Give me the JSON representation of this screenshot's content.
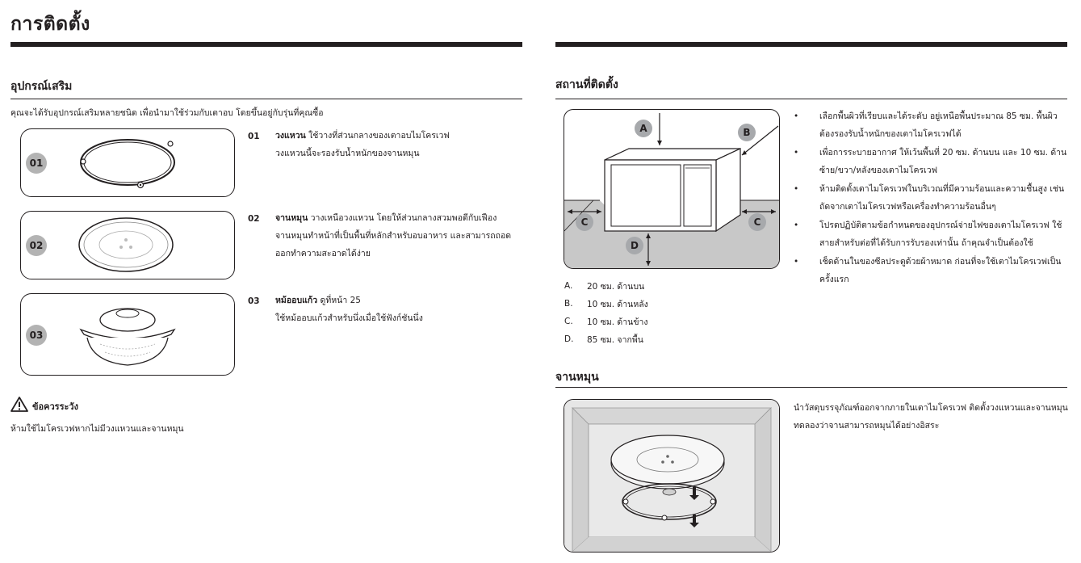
{
  "page": {
    "title": "การติดตั้ง"
  },
  "accessories": {
    "heading": "อุปกรณ์เสริม",
    "intro": "คุณจะได้รับอุปกรณ์เสริมหลายชนิด เพื่อนำมาใช้ร่วมกับเตาอบ โดยขึ้นอยู่กับรุ่นที่คุณซื้อ",
    "items": [
      {
        "badge": "01",
        "num": "01",
        "name": "วงแหวน",
        "line1": " ใช้วางที่ส่วนกลางของเตาอบไมโครเวฟ",
        "line2": "วงแหวนนี้จะรองรับน้ำหนักของจานหมุน",
        "line3": ""
      },
      {
        "badge": "02",
        "num": "02",
        "name": "จานหมุน",
        "line1": " วางเหนือวงแหวน โดยให้ส่วนกลางสวมพอดีกับเฟือง",
        "line2": "จานหมุนทำหน้าที่เป็นพื้นที่หลักสำหรับอบอาหาร และสามารถถอด",
        "line3": "ออกทำความสะอาดได้ง่าย"
      },
      {
        "badge": "03",
        "num": "03",
        "name": "หม้ออบแก้ว",
        "line1": " ดูที่หน้า 25",
        "line2": "ใช้หม้ออบแก้วสำหรับนึ่งเมื่อใช้ฟังก์ชันนึ่ง",
        "line3": ""
      }
    ]
  },
  "caution": {
    "title": "ข้อควรระวัง",
    "text": "ห้ามใช้ไมโครเวฟหากไม่มีวงแหวนและจานหมุน"
  },
  "location": {
    "heading": "สถานที่ติดตั้ง",
    "diagram_labels": {
      "a": "A",
      "b": "B",
      "c": "C",
      "d": "D"
    },
    "legend": [
      {
        "key": "A.",
        "text": "20 ซม. ด้านบน"
      },
      {
        "key": "B.",
        "text": "10 ซม. ด้านหลัง"
      },
      {
        "key": "C.",
        "text": "10 ซม. ด้านข้าง"
      },
      {
        "key": "D.",
        "text": "85 ซม. จากพื้น"
      }
    ],
    "bullets": [
      {
        "l1": "เลือกพื้นผิวที่เรียบและได้ระดับ อยู่เหนือพื้นประมาณ 85 ซม. พื้นผิว",
        "l2": "ต้องรองรับน้ำหนักของเตาไมโครเวฟได้"
      },
      {
        "l1": "เพื่อการระบายอากาศ ให้เว้นพื้นที่ 20 ซม. ด้านบน และ 10 ซม. ด้าน",
        "l2": "ซ้าย/ขวา/หลังของเตาไมโครเวฟ"
      },
      {
        "l1": "ห้ามติดตั้งเตาไมโครเวฟในบริเวณที่มีความร้อนและความชื้นสูง เช่น",
        "l2": "ถัดจากเตาไมโครเวฟหรือเครื่องทำความร้อนอื่นๆ"
      },
      {
        "l1": "โปรดปฏิบัติตามข้อกำหนดของอุปกรณ์จ่ายไฟของเตาไมโครเวฟ ใช้",
        "l2": "สายสำหรับต่อที่ได้รับการรับรองเท่านั้น ถ้าคุณจำเป็นต้องใช้"
      },
      {
        "l1": "เช็ดด้านในของซีลประตูด้วยผ้าหมาด ก่อนที่จะใช้เตาไมโครเวฟเป็น",
        "l2": "ครั้งแรก"
      }
    ]
  },
  "turntable": {
    "heading": "จานหมุน",
    "line1": "นำวัสดุบรรจุภัณฑ์ออกจากภายในเตาไมโครเวฟ ติดตั้งวงแหวนและจานหมุน",
    "line2": "ทดลองว่าจานสามารถหมุนได้อย่างอิสระ"
  }
}
